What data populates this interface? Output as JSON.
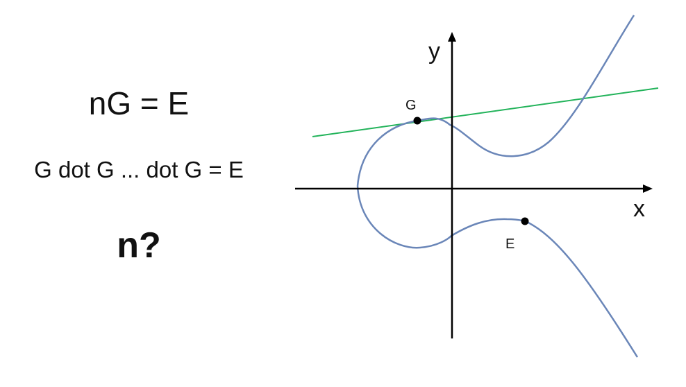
{
  "equations": {
    "line1": "nG = E",
    "line2": "G dot G ... dot G = E",
    "question": "n?"
  },
  "diagram": {
    "axis_x_label": "x",
    "axis_y_label": "y",
    "point_g_label": "G",
    "point_e_label": "E",
    "colors": {
      "curve": "#6a86b8",
      "tangent_line": "#22b35a",
      "axes": "#000000",
      "points": "#000000"
    }
  }
}
